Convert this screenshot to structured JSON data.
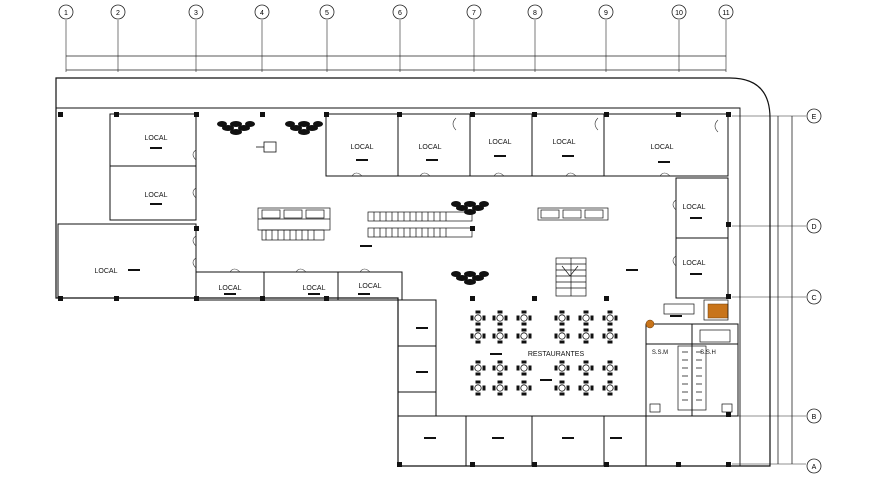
{
  "grid": {
    "columns": [
      "1",
      "2",
      "3",
      "4",
      "5",
      "6",
      "7",
      "8",
      "9",
      "10",
      "11"
    ],
    "rows": [
      "E",
      "D",
      "C",
      "B",
      "A"
    ]
  },
  "rooms": {
    "local_nw_1": "LOCAL",
    "local_nw_2": "LOCAL",
    "local_w": "LOCAL",
    "local_n_1": "LOCAL",
    "local_n_2": "LOCAL",
    "local_n_3": "LOCAL",
    "local_n_4": "LOCAL",
    "local_ne": "LOCAL",
    "local_e_1": "LOCAL",
    "local_e_2": "LOCAL",
    "local_s_1": "LOCAL",
    "local_s_2": "LOCAL",
    "local_s_3": "LOCAL",
    "restaurant": "RESTAURANTES",
    "restroom_m": "S.S.M",
    "restroom_h": "S.S.H"
  },
  "colors": {
    "line": "#222222",
    "wall": "#111111",
    "plant": "#111111",
    "accent": "#c8741a"
  }
}
